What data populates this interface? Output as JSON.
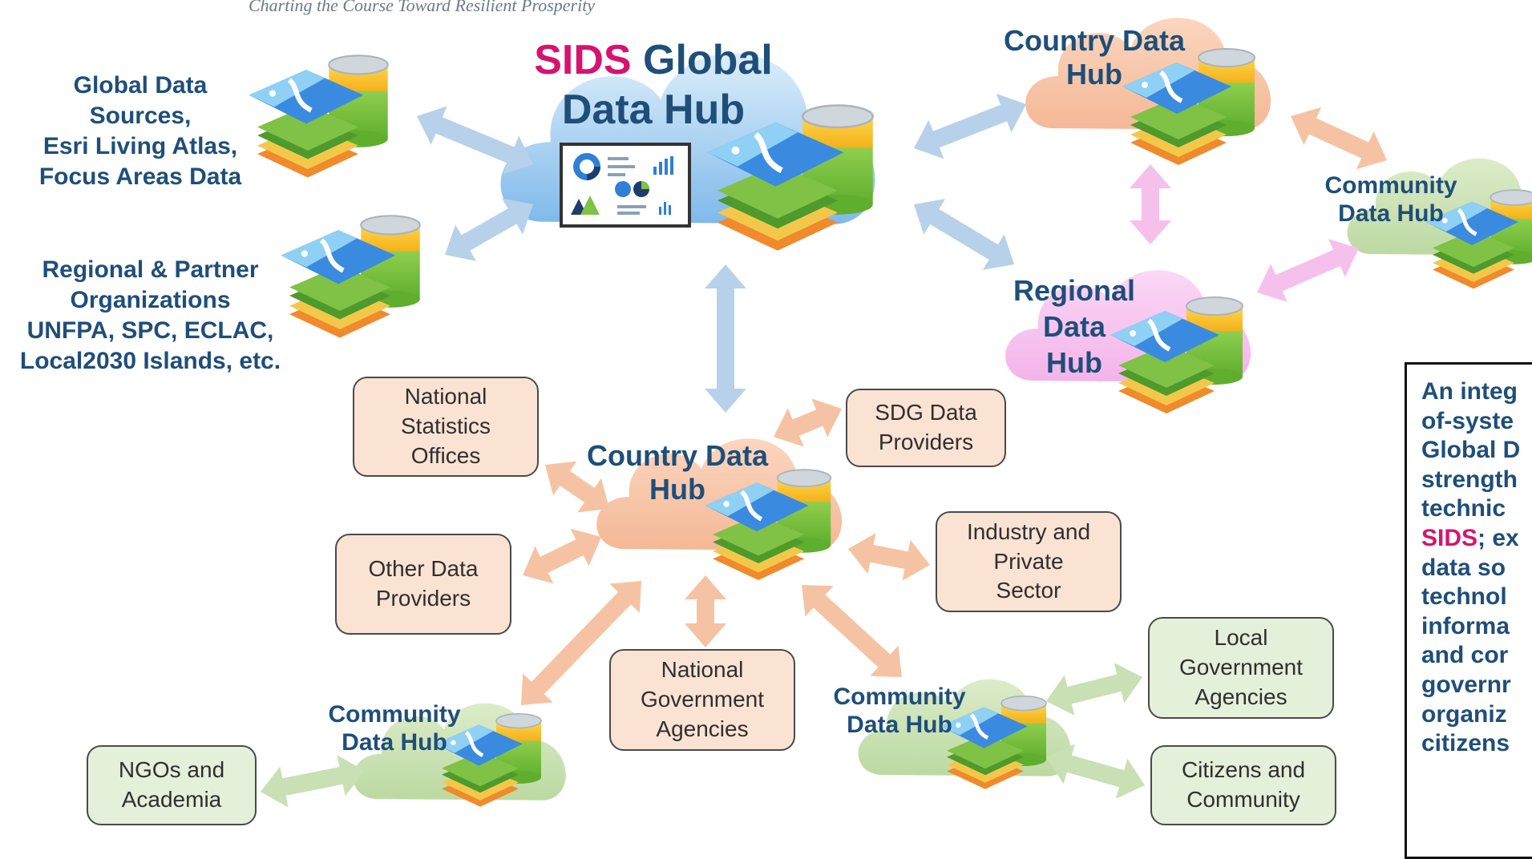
{
  "header": {
    "tagline": "Charting the Course Toward Resilient Prosperity"
  },
  "hubs": {
    "global": {
      "line1_accent": "SIDS",
      "line1_rest": " Global",
      "line2": "Data Hub"
    },
    "country_top": {
      "line1": "Country Data",
      "line2": "Hub"
    },
    "regional": {
      "line1": "Regional",
      "line2": "Data",
      "line3": "Hub"
    },
    "community_right": {
      "line1": "Community",
      "line2": "Data Hub"
    },
    "country_main": {
      "line1": "Country Data",
      "line2": "Hub"
    },
    "community_left": {
      "line1": "Community",
      "line2": "Data Hub"
    },
    "community_mid": {
      "line1": "Community",
      "line2": "Data Hub"
    }
  },
  "sources": {
    "global_data": [
      "Global Data",
      "Sources,",
      "Esri Living Atlas,",
      "Focus Areas Data"
    ],
    "regional_partners": [
      "Regional & Partner",
      "Organizations",
      "UNFPA, SPC, ECLAC,",
      "Local2030 Islands, etc."
    ]
  },
  "providers": {
    "nso": [
      "National",
      "Statistics",
      "Offices"
    ],
    "sdg": [
      "SDG Data",
      "Providers"
    ],
    "industry": [
      "Industry and",
      "Private",
      "Sector"
    ],
    "other": [
      "Other Data",
      "Providers"
    ],
    "national_gov": [
      "National",
      "Government",
      "Agencies"
    ],
    "ngos": [
      "NGOs and",
      "Academia"
    ],
    "local_gov": [
      "Local",
      "Government",
      "Agencies"
    ],
    "citizens": [
      "Citizens and",
      "Community"
    ]
  },
  "callout": {
    "lines": [
      "An integ",
      "of-syste",
      "Global D",
      "strength",
      "technic"
    ],
    "accent": "SIDS",
    "accent_rest": "; ex",
    "lines2": [
      "data so",
      "technol",
      "informa",
      "and cor",
      "governr",
      "organiz",
      "citizens"
    ]
  },
  "colors": {
    "accent_pink": "#d6136f",
    "navy_text": "#1f4e79",
    "blue_arrow": "#b8d1ea",
    "peach_arrow": "#f5c3a3",
    "pink_arrow": "#f6c0ec",
    "green_arrow": "#c8e0b4",
    "peach_box": "#fbe3d4",
    "green_box": "#e4f0d9"
  },
  "icons": [
    "cloud-icon",
    "map-layers-icon",
    "database-icon",
    "dashboard-icon",
    "bidirectional-arrow-icon"
  ]
}
